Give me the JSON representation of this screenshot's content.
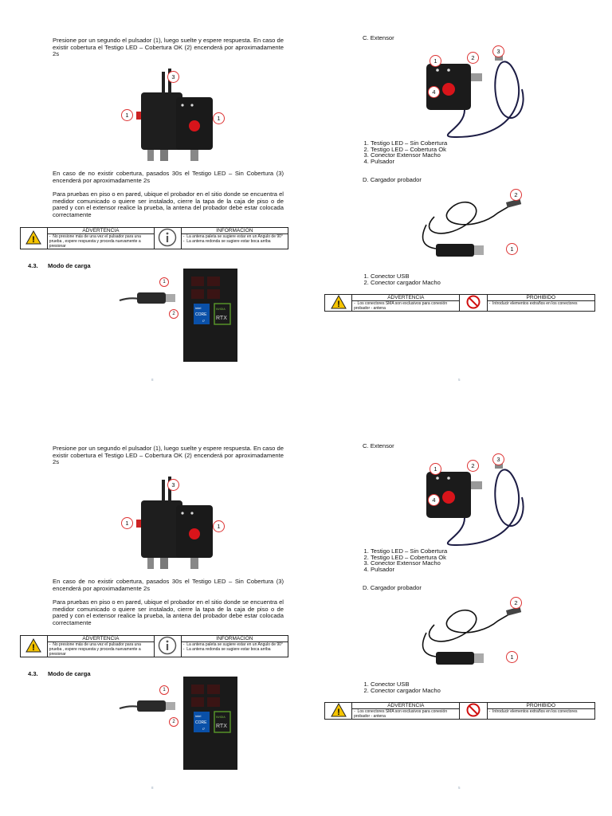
{
  "left": {
    "para1": "Presione por un segundo el pulsador (1), luego suelte y espere respuesta. En caso de existir cobertura el Testigo LED – Cobertura OK (2) encenderá por aproximadamente 2s",
    "para2": "En caso de no existir cobertura, pasados 30s el Testigo LED – Sin Cobertura (3) encenderá por aproximadamente 2s",
    "para3": "Para pruebas en piso o en pared, ubique el probador en el sitio donde se encuentra el medidor comunicado o quiere ser instalado, cierre la tapa de la caja de piso o de pared y con el extensor realice la prueba, la antena del probador debe estar colocada correctamente",
    "photo1_callouts": [
      "1",
      "3",
      "1"
    ],
    "notice": {
      "warning_title": "ADVERTENCIA",
      "warning_text": "No presione más de una vez el pulsador para una prueba , espere respuesta y proceda nuevamente a presionar",
      "info_title": "INFORMACION",
      "info_items": [
        "La antena paleta se sugiere estar en un Angulo de 90°",
        "La antena redonda se sugiere estar boca arriba"
      ]
    },
    "section_number": "4.3.",
    "section_title": "Modo de carga",
    "photo2_callouts": [
      "1",
      "2"
    ],
    "laptop_labels": {
      "intel": "intel",
      "core": "CORE",
      "i": "i7",
      "nvidia": "NVIDIA",
      "rtx": "RTX"
    },
    "page_number": "8"
  },
  "right": {
    "heading_c": "C.  Extensor",
    "photo_c_callouts": [
      "1",
      "2",
      "3",
      "4"
    ],
    "list_c": [
      "Testigo LED – Sin Cobertura",
      "Testigo LED – Cobertura Ok",
      "Conector Extensor Macho",
      "Pulsador"
    ],
    "heading_d": "D.  Cargador probador",
    "photo_d_callouts": [
      "2",
      "1"
    ],
    "list_d": [
      "Conector USB",
      "Conector cargador Macho"
    ],
    "notice": {
      "warning_title": "ADVERTENCIA",
      "warning_text": "Los conectores SMA son exclusivos para conexión probador - antena",
      "prohibited_title": "PROHIBIDO",
      "prohibited_text": "Introducir elementos extraños en los conectores"
    },
    "page_number": "5"
  },
  "colors": {
    "callout": "#dd3333",
    "warning": "#f5c400",
    "prohibited": "#d01010"
  }
}
